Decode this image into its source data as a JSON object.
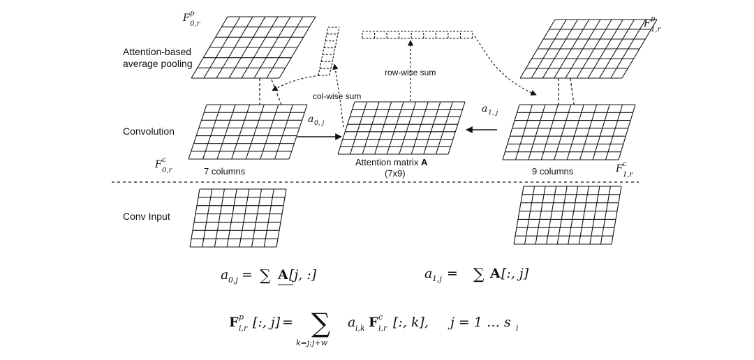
{
  "row_labels": {
    "pooling_line1": "Attention-based",
    "pooling_line2": "average pooling",
    "convolution": "Convolution",
    "conv_input": "Conv Input"
  },
  "feature_labels": {
    "f0p": {
      "base": "F",
      "sup": "p",
      "sub": "0,r"
    },
    "f1p": {
      "base": "F",
      "sup": "p",
      "sub": "1,r"
    },
    "f0c": {
      "base": "F",
      "sup": "c",
      "sub": "0,r"
    },
    "f1c": {
      "base": "F",
      "sup": "c",
      "sub": "1,r"
    }
  },
  "column_labels": {
    "left": "7 columns",
    "right": "9 columns"
  },
  "attention": {
    "title_prefix": "Attention matrix ",
    "title_bold": "A",
    "size": "(7x9)"
  },
  "sum_labels": {
    "col": "col-wise sum",
    "row": "row-wise sum"
  },
  "arrow_labels": {
    "a0j": {
      "base": "a",
      "sub": "0, j"
    },
    "a1j": {
      "base": "a",
      "sub": "1, j"
    }
  },
  "grids": {
    "pool_left": {
      "cols": 7,
      "rows": 6
    },
    "pool_right": {
      "cols": 9,
      "rows": 6
    },
    "conv_left": {
      "cols": 7,
      "rows": 7
    },
    "conv_center": {
      "cols": 9,
      "rows": 7
    },
    "conv_right": {
      "cols": 9,
      "rows": 7
    },
    "input_left": {
      "cols": 7,
      "rows": 7
    },
    "input_right": {
      "cols": 9,
      "rows": 7
    },
    "col_vector": {
      "cols": 1,
      "rows": 7
    },
    "row_vector": {
      "cols": 9,
      "rows": 1
    }
  },
  "formulas": {
    "eq1": {
      "lhs": "a",
      "lhs_sub": "0,j",
      "eq": " = ",
      "sum": "∑",
      "mat": "A",
      "idx": "[j, :]"
    },
    "eq2": {
      "lhs": "a",
      "lhs_sub": "1,j",
      "eq": " = ",
      "sum": "∑",
      "mat": "A",
      "idx": "[:, j]"
    },
    "eq3": {
      "lhs": "F",
      "lhs_sup": "p",
      "lhs_sub": "i,r",
      "lhs_idx": "[:, j]",
      "eq": "=",
      "sum": "∑",
      "sum_under": "k=j:j+w",
      "coef": "a",
      "coef_sub": "i,k",
      "rhs": "F",
      "rhs_sup": "c",
      "rhs_sub": "i,r",
      "rhs_idx": "[:, k],",
      "range": "j = 1 … s",
      "range_sub": "i"
    }
  }
}
